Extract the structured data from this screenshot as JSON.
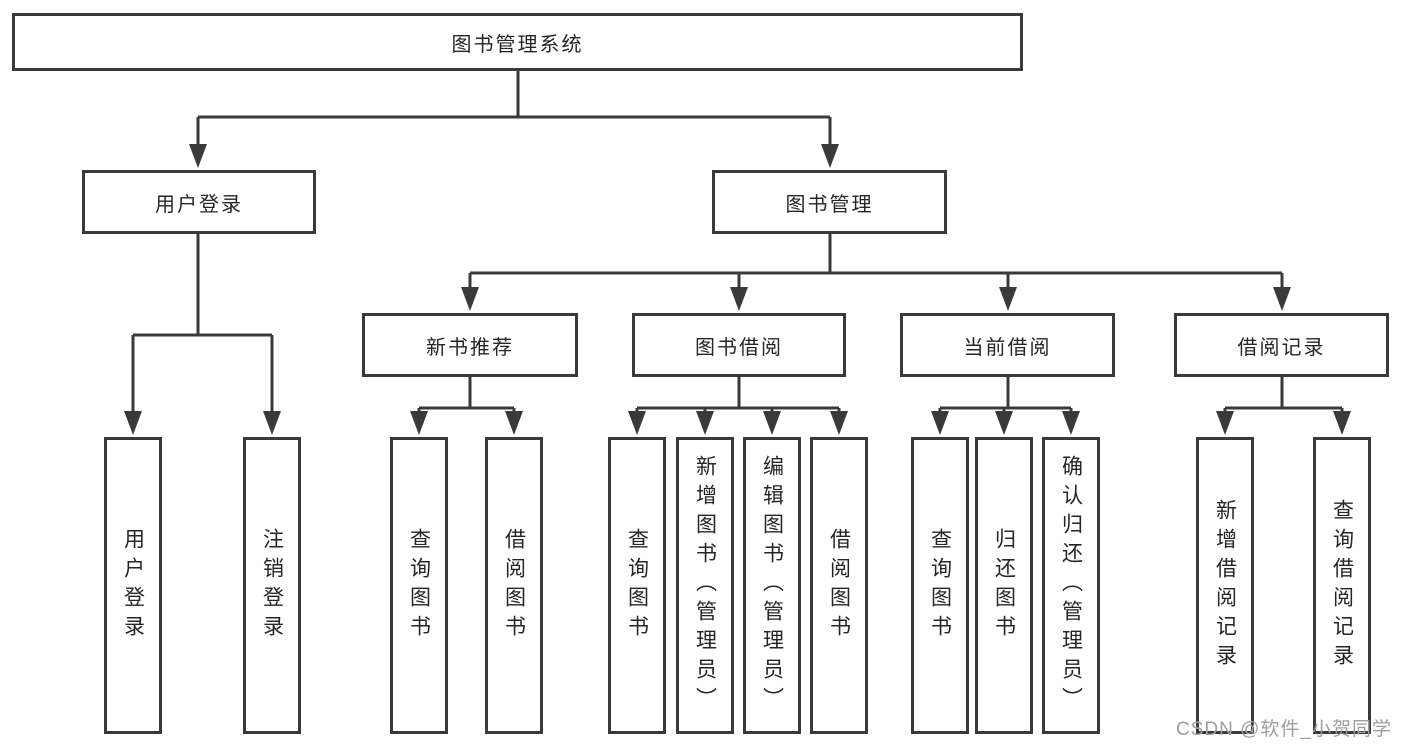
{
  "tree": {
    "label": "图书管理系统",
    "children": [
      {
        "label": "用户登录",
        "children": [
          {
            "label": "用户登录"
          },
          {
            "label": "注销登录"
          }
        ]
      },
      {
        "label": "图书管理",
        "children": [
          {
            "label": "新书推荐",
            "children": [
              {
                "label": "查询图书"
              },
              {
                "label": "借阅图书"
              }
            ]
          },
          {
            "label": "图书借阅",
            "children": [
              {
                "label": "查询图书"
              },
              {
                "label": "新增图书（管理员）"
              },
              {
                "label": "编辑图书（管理员）"
              },
              {
                "label": "借阅图书"
              }
            ]
          },
          {
            "label": "当前借阅",
            "children": [
              {
                "label": "查询图书"
              },
              {
                "label": "归还图书"
              },
              {
                "label": "确认归还（管理员）"
              }
            ]
          },
          {
            "label": "借阅记录",
            "children": [
              {
                "label": "新增借阅记录"
              },
              {
                "label": "查询借阅记录"
              }
            ]
          }
        ]
      }
    ]
  },
  "watermark": {
    "text": "CSDN @软件_小贺同学"
  },
  "colors": {
    "line": "#3a3a3a",
    "text": "#262626",
    "background": "#ffffff",
    "watermark": "#9e9e9e"
  }
}
